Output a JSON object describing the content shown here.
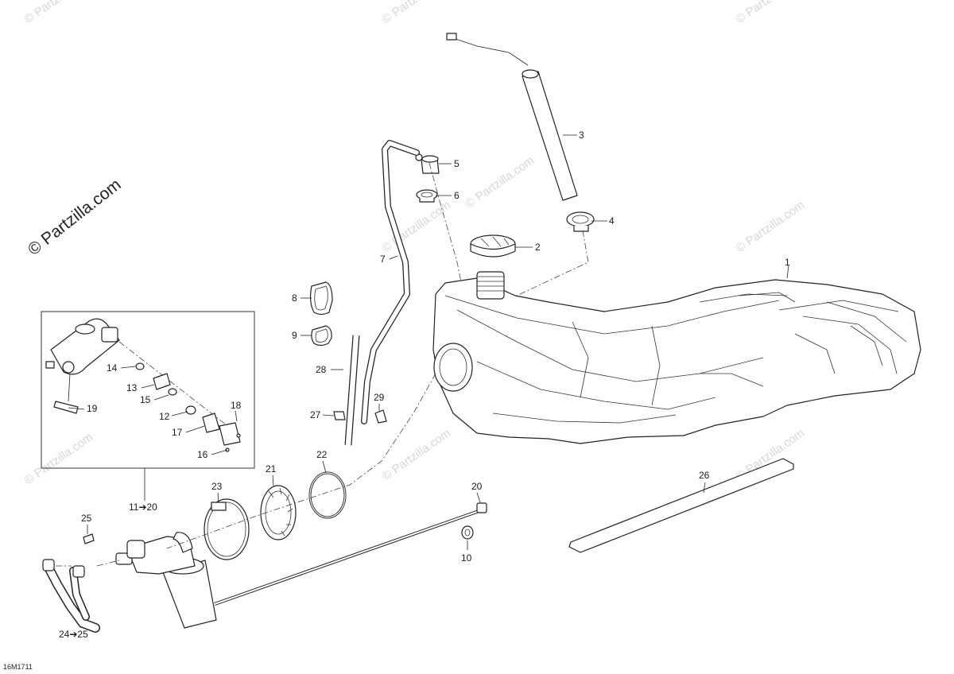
{
  "watermark": {
    "text": "© Partzilla.com"
  },
  "brand": {
    "text": "© Partzilla.com"
  },
  "drawing_code": "16M1711",
  "callouts": {
    "c1": "1",
    "c2": "2",
    "c3": "3",
    "c4": "4",
    "c5": "5",
    "c6": "6",
    "c7": "7",
    "c8": "8",
    "c9": "9",
    "c10": "10",
    "c12": "12",
    "c13": "13",
    "c14": "14",
    "c15": "15",
    "c16": "16",
    "c17": "17",
    "c18": "18",
    "c19": "19",
    "c20": "20",
    "c21": "21",
    "c22": "22",
    "c23": "23",
    "c25": "25",
    "c26": "26",
    "c27": "27",
    "c28": "28",
    "c29": "29",
    "c11to20": "11➔20",
    "c24to25": "24➔25"
  }
}
